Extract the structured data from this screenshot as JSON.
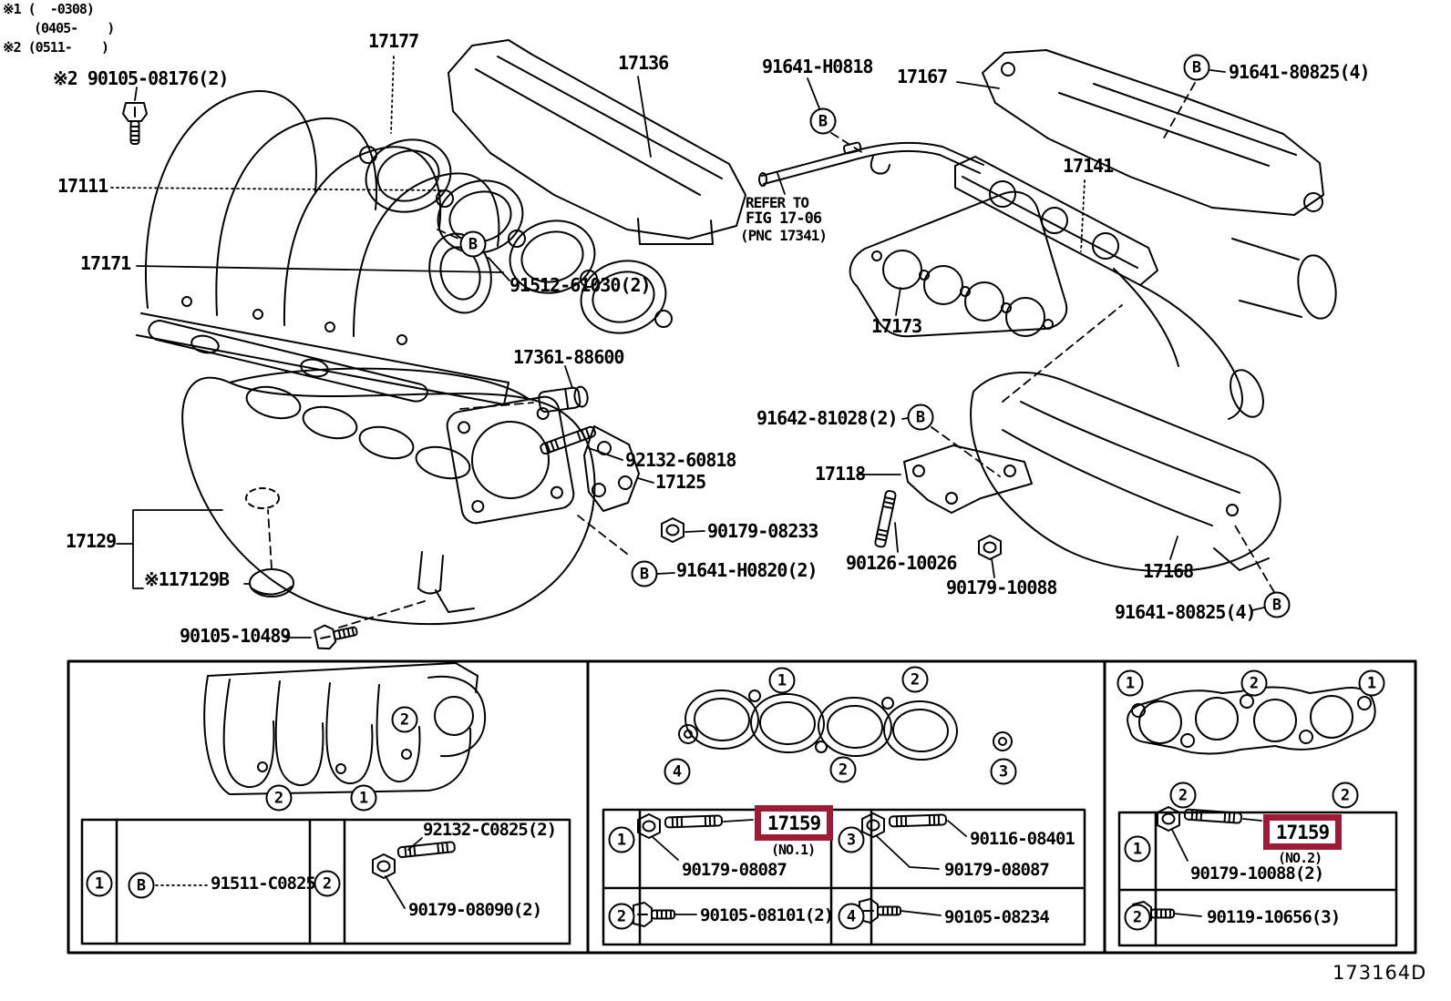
{
  "notes": {
    "n1": "※1 (  -0308)",
    "n2": "(0405-    )",
    "n3": "※2 (0511-    )"
  },
  "ref_marker": "B",
  "colors": {
    "highlight_box": "#9e1b38",
    "line": "#000000",
    "background": "#ffffff"
  },
  "footer": {
    "doc_code": "173164D"
  },
  "main_labels": {
    "bolt_90105_08176": "※2 90105-08176(2)",
    "p17111": "17111",
    "p17171": "17171",
    "p17177": "17177",
    "p17136": "17136",
    "p91641_h0818": "91641-H0818",
    "p17167": "17167",
    "p91641_80825_top": "91641-80825(4)",
    "p17141": "17141",
    "p91512_61030": "91512-61030(2)",
    "refer_1": "REFER TO",
    "refer_2": "FIG 17-06",
    "refer_3": "(PNC 17341)",
    "p17173": "17173",
    "p17361_88600": "17361-88600",
    "p92132_60818": "92132-60818",
    "p17125": "17125",
    "p91642_81028": "91642-81028(2)",
    "p17118": "17118",
    "p90179_08233": "90179-08233",
    "p91641_h0820": "91641-H0820(2)",
    "p90126_10026": "90126-10026",
    "p90179_10088": "90179-10088",
    "p17129": "17129",
    "p17129b": "※117129B",
    "p90105_10489": "90105-10489",
    "p17168": "17168",
    "p91641_80825_bottom": "91641-80825(4)"
  },
  "panel_left": {
    "callout_flange": "2",
    "callout_bottom_left": "2",
    "callout_bottom_right": "1",
    "row1_num": "1",
    "row1_ref": "B",
    "row1_part": "91511-C0825",
    "row2_num": "2",
    "row2_part_a": "92132-C0825(2)",
    "row2_part_b": "90179-08090(2)"
  },
  "panel_middle": {
    "callout_top_left": "1",
    "callout_top_right": "2",
    "callout_bottom_left": "4",
    "callout_bottom_mid": "2",
    "callout_bottom_right": "3",
    "cell1_num": "1",
    "cell1_highlight": "17159",
    "cell1_note": "(NO.1)",
    "cell1_part": "90179-08087",
    "cell3_num": "3",
    "cell3_part_a": "90116-08401",
    "cell3_part_b": "90179-08087",
    "cell2_num": "2",
    "cell2_part": "90105-08101(2)",
    "cell4_num": "4",
    "cell4_part": "90105-08234"
  },
  "panel_right": {
    "callout_top_1": "1",
    "callout_top_2": "2",
    "callout_top_3": "1",
    "callout_bottom_1": "2",
    "callout_bottom_2": "2",
    "cell1_num": "1",
    "cell1_highlight": "17159",
    "cell1_note": "(NO.2)",
    "cell1_part": "90179-10088(2)",
    "cell2_num": "2",
    "cell2_part": "90119-10656(3)"
  }
}
